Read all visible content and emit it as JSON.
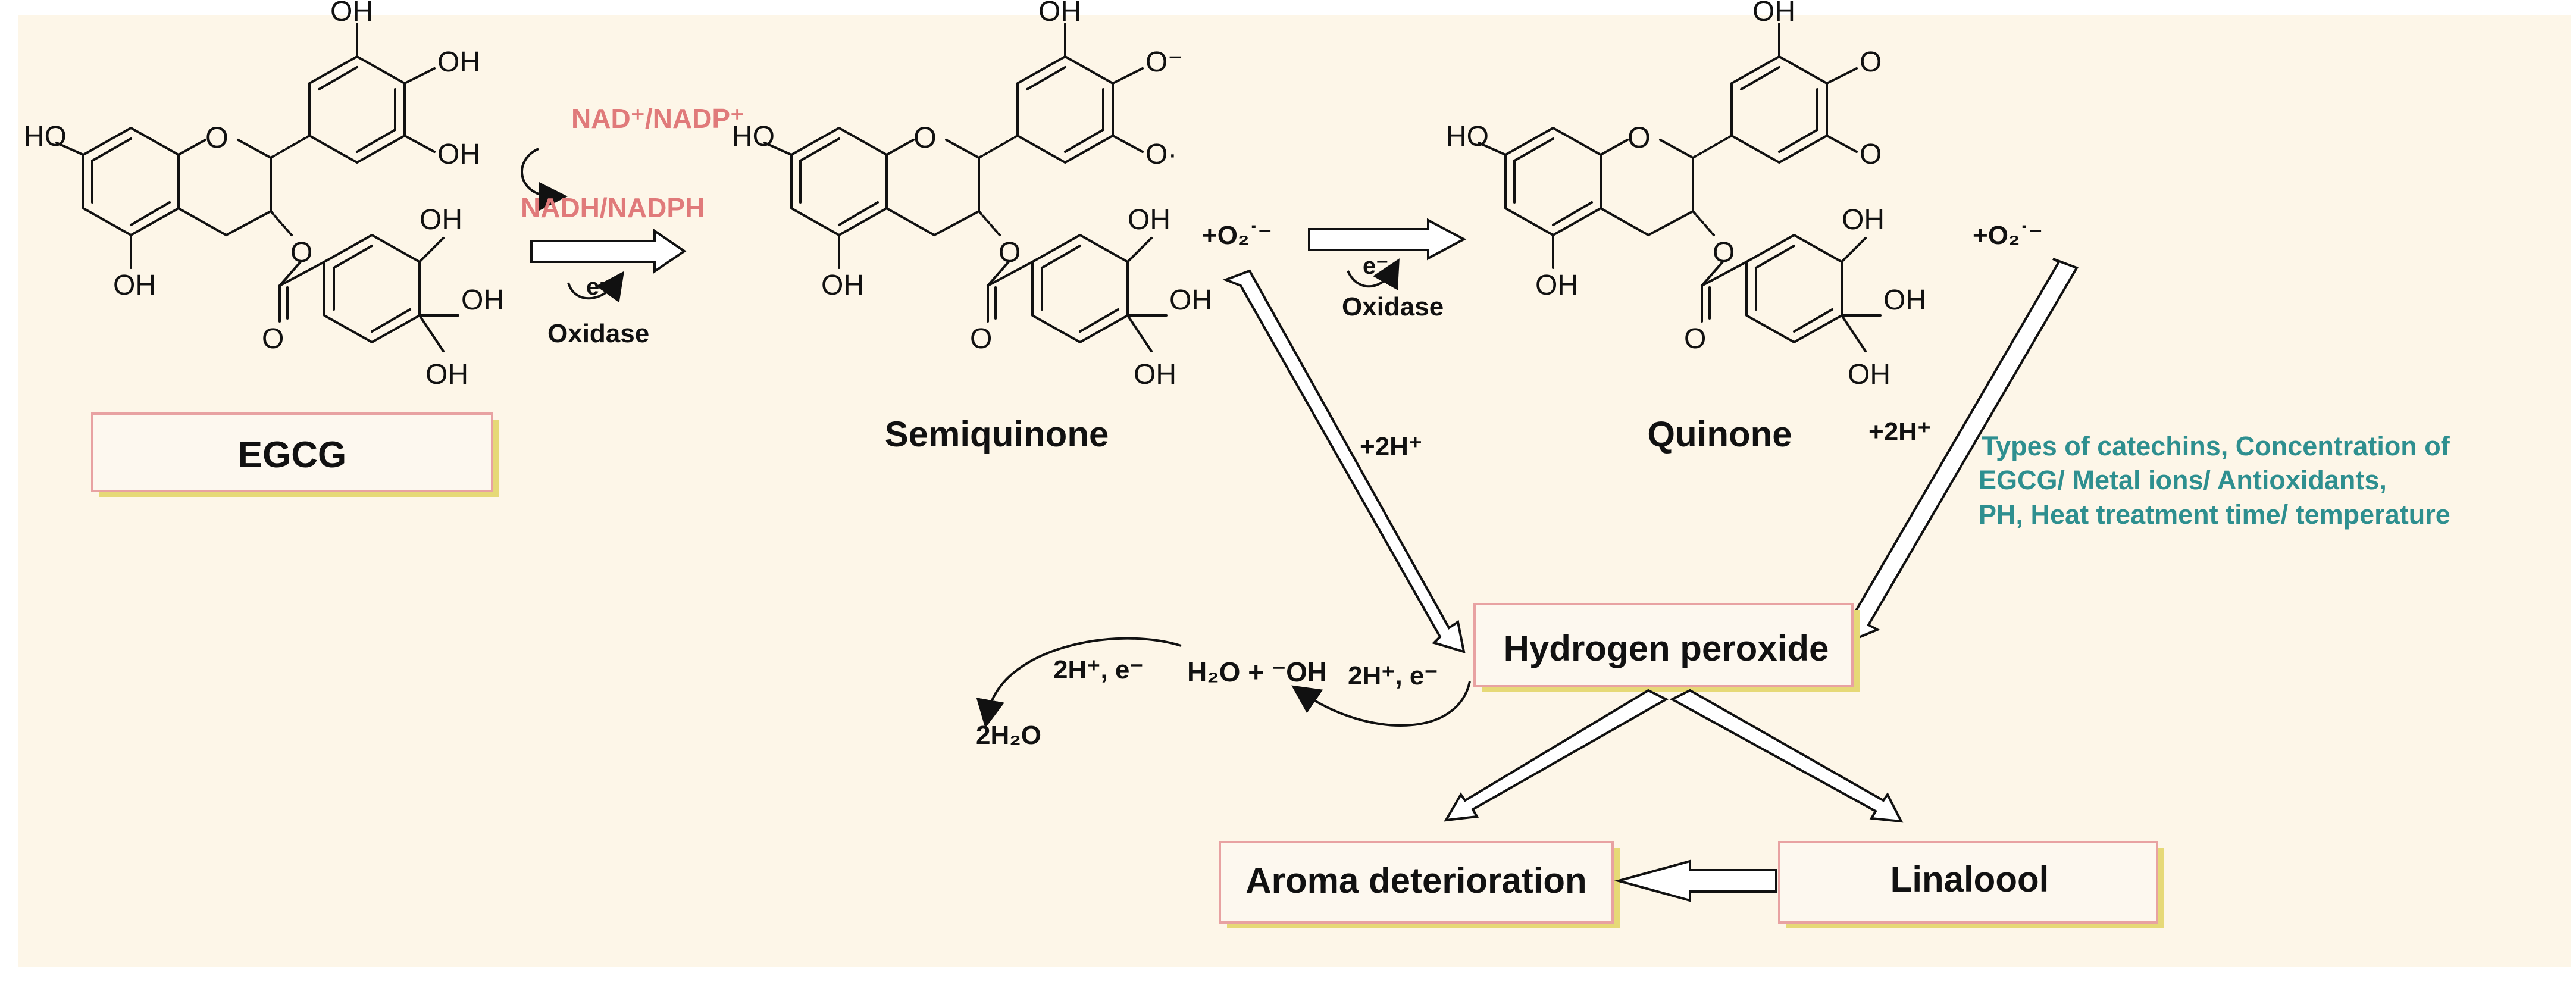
{
  "colors": {
    "background": "#fdf6e8",
    "box_border_pink": "#e8a2a2",
    "box_shadow_yellow": "#e6d977",
    "cofactor_pink": "#e07a7a",
    "factors_teal": "#2e8f8f"
  },
  "compounds": {
    "egcg": {
      "label": "EGCG",
      "oh_labels": [
        "OH",
        "OH",
        "OH",
        "HO",
        "OH",
        "OH",
        "OH",
        "OH"
      ]
    },
    "semiquinone": {
      "label": "Semiquinone",
      "oh_labels": [
        "OH",
        "O⁻",
        "O·",
        "HO",
        "OH",
        "OH",
        "OH",
        "OH"
      ]
    },
    "quinone": {
      "label": "Quinone",
      "oh_labels": [
        "OH",
        "O",
        "O",
        "HO",
        "OH",
        "OH",
        "OH",
        "OH"
      ]
    }
  },
  "ring_atoms": {
    "oxygen": "O"
  },
  "step1": {
    "cofactor_top": "NAD⁺/NADP⁺",
    "cofactor_bottom": "NADH/NADPH",
    "electron": "e⁻",
    "enzyme": "Oxidase"
  },
  "step2": {
    "superoxide": "+O₂˙⁻",
    "electron": "e⁻",
    "enzyme": "Oxidase",
    "proton": "+2H⁺"
  },
  "step3": {
    "superoxide": "+O₂˙⁻",
    "proton": "+2H⁺"
  },
  "factors": {
    "line1": "Types of catechins, Concentration of",
    "line2": "EGCG/   Metal   ions/   Antioxidants,",
    "line3": "PH, Heat treatment time/ temperature"
  },
  "hydrogen_peroxide": {
    "label": "Hydrogen peroxide"
  },
  "side_reaction": {
    "products": "H₂O + ⁻OH",
    "cond1": "2H⁺, e⁻",
    "cond2": "2H⁺, e⁻",
    "final": "2H₂O"
  },
  "aroma": {
    "label": "Aroma deterioration"
  },
  "linalool": {
    "label": "Linaloool"
  }
}
